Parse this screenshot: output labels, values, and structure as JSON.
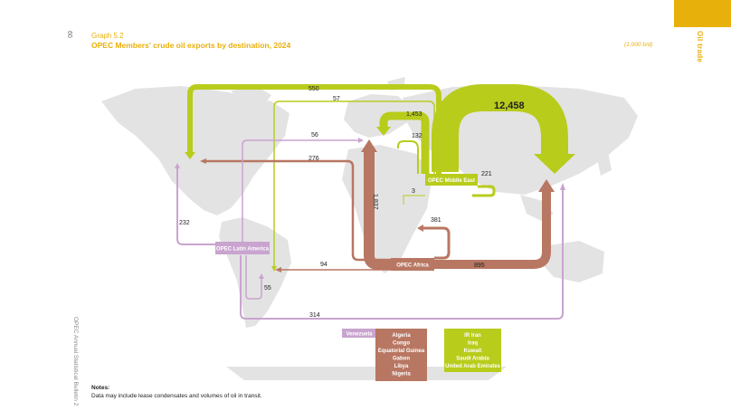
{
  "header": {
    "page_number": "60",
    "section_tab": "Oil trade",
    "graph_label": "Graph 5.2",
    "title": "OPEC Members' crude oil exports by destination, 2024",
    "unit": "(1,000 b/d)",
    "side_publication": "OPEC Annual Statistical Bulletin 2"
  },
  "nodes": {
    "latin_america": "OPEC Latin America",
    "africa": "OPEC Africa",
    "middle_east": "OPEC Middle East"
  },
  "flows": {
    "me_na": "550",
    "me_la": "57",
    "me_eu": "1,453",
    "me_fsu": "132",
    "me_asia": "12,458",
    "me_me": "221",
    "me_af": "3",
    "af_eu": "1,837",
    "af_na": "276",
    "af_asia": "895",
    "af_af": "381",
    "af_la": "94",
    "la_eu": "56",
    "la_na": "232",
    "la_la": "55",
    "la_asia": "314"
  },
  "legend": {
    "latin_america": [
      "Venezuela"
    ],
    "africa": [
      "Algeria",
      "Congo",
      "Equatorial Guinea",
      "Gabon",
      "Libya",
      "Nigeria"
    ],
    "middle_east": [
      "IR Iran",
      "Iraq",
      "Kuwait",
      "Saudi Arabia",
      "United Arab Emirates"
    ]
  },
  "colors": {
    "accent": "#e8b00a",
    "middle_east": "#b8cc1c",
    "africa": "#b87762",
    "latin_america": "#c9a4cf",
    "map": "#e3e3e3"
  },
  "notes": {
    "heading": "Notes:",
    "text": "Data may include lease condensates and volumes of oil in transit."
  }
}
